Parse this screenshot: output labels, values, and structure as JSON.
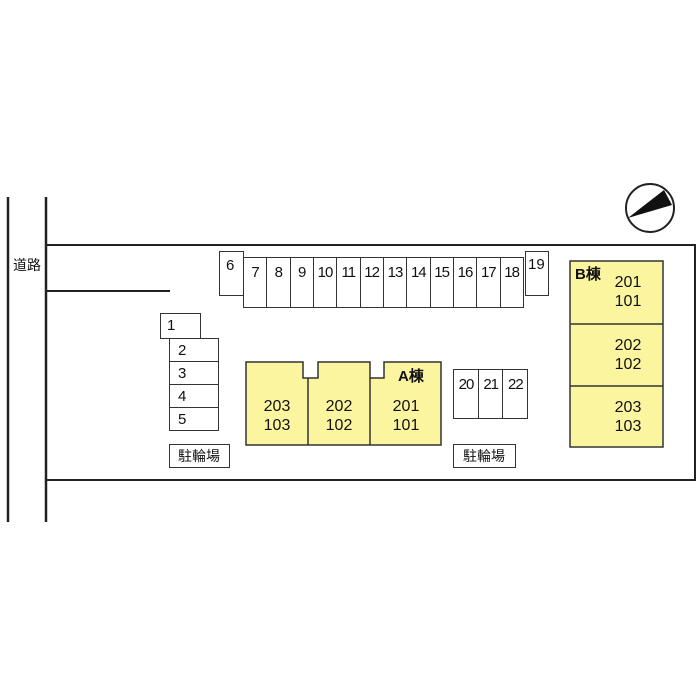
{
  "road_label": "道路",
  "parking_spaces": [
    "1",
    "2",
    "3",
    "4",
    "5",
    "6",
    "7",
    "8",
    "9",
    "10",
    "11",
    "12",
    "13",
    "14",
    "15",
    "16",
    "17",
    "18",
    "19",
    "20",
    "21",
    "22"
  ],
  "bicycle_parking_label": "駐輪場",
  "building_a": {
    "name": "A棟",
    "units": [
      [
        "203",
        "103"
      ],
      [
        "202",
        "102"
      ],
      [
        "201",
        "101"
      ]
    ]
  },
  "building_b": {
    "name": "B棟",
    "units": [
      [
        "201",
        "101"
      ],
      [
        "202",
        "102"
      ],
      [
        "203",
        "103"
      ]
    ]
  },
  "colors": {
    "building": "#fbf5a0",
    "line": "#333333"
  },
  "compass": "north-arrow"
}
